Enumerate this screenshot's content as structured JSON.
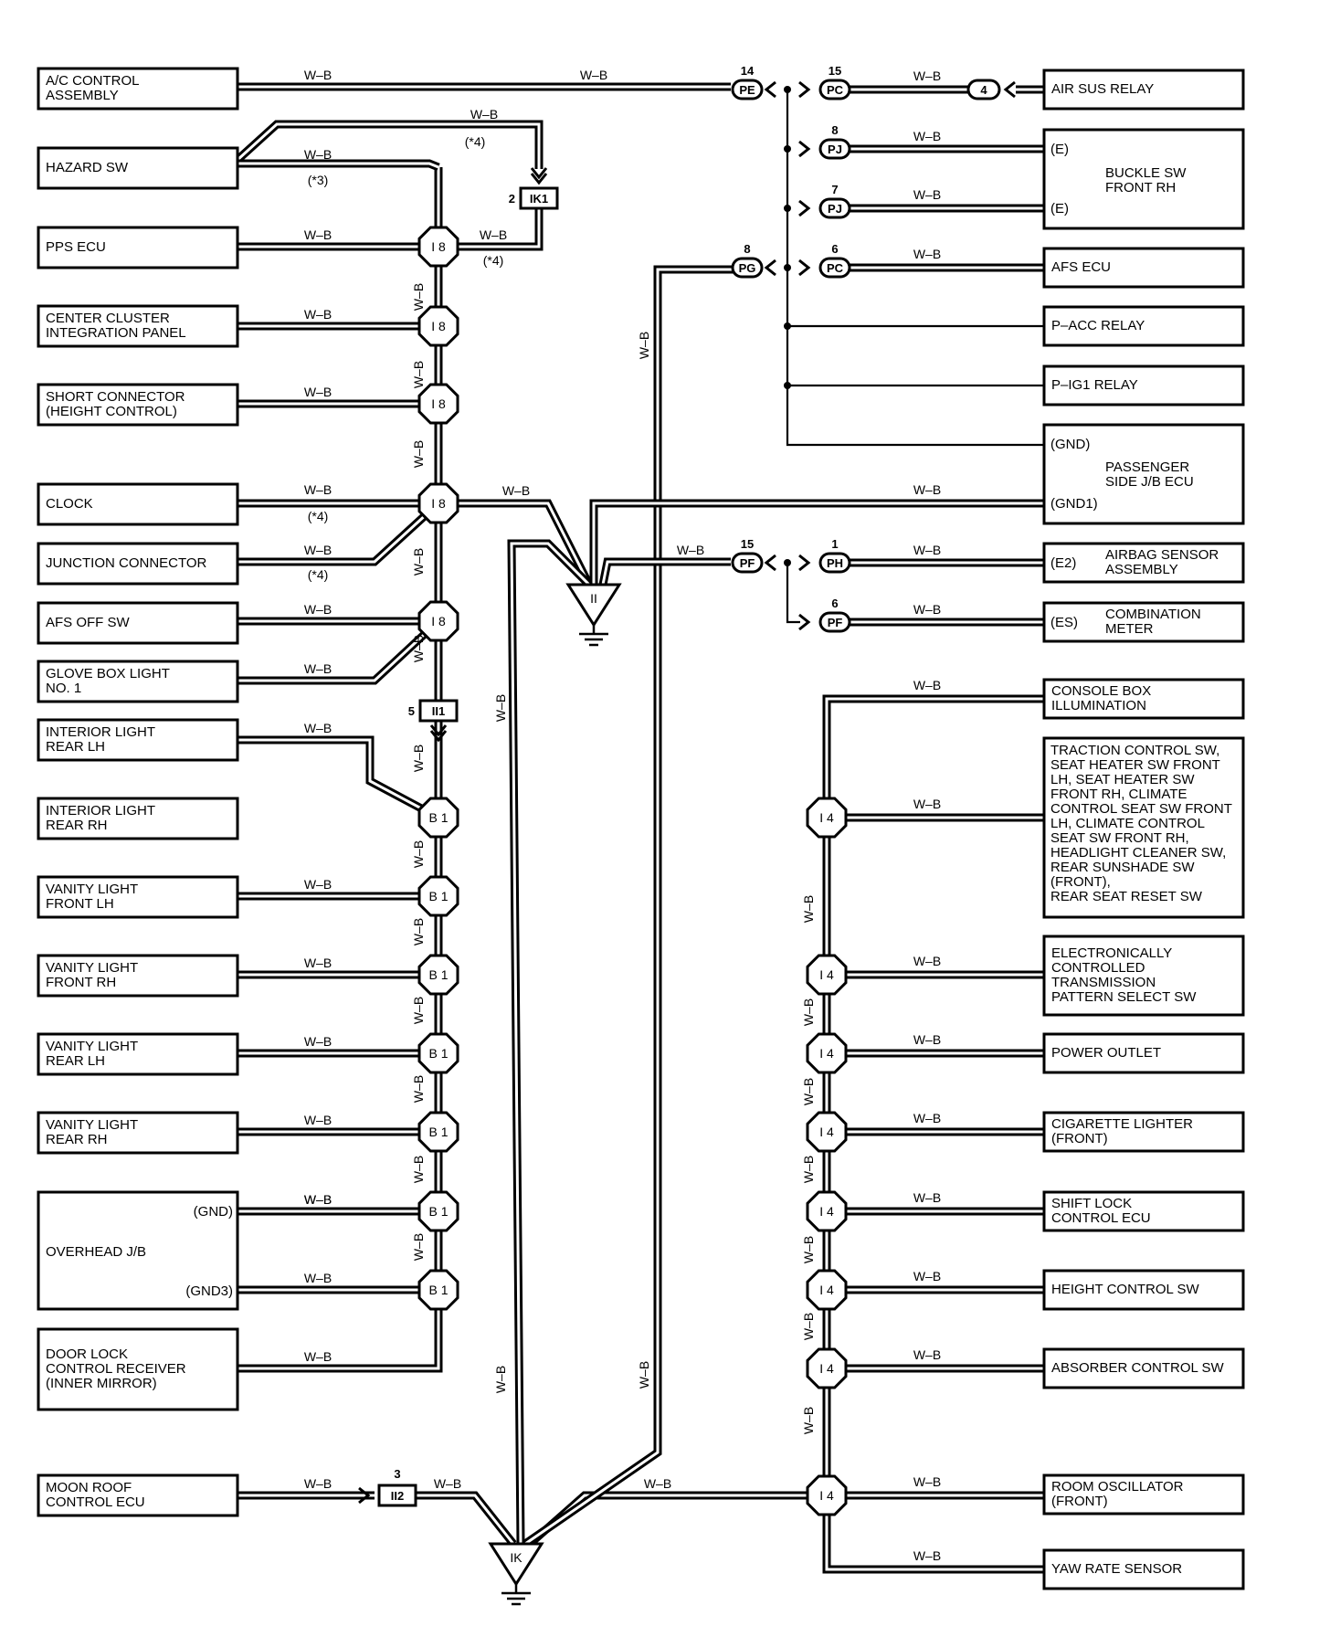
{
  "wire_color": "W–B",
  "left_components": [
    {
      "id": "ac",
      "lines": [
        "A/C CONTROL",
        "ASSEMBLY"
      ]
    },
    {
      "id": "hazard",
      "lines": [
        "HAZARD SW"
      ]
    },
    {
      "id": "pps",
      "lines": [
        "PPS ECU"
      ]
    },
    {
      "id": "ccip",
      "lines": [
        "CENTER CLUSTER",
        "INTEGRATION PANEL"
      ]
    },
    {
      "id": "short",
      "lines": [
        "SHORT CONNECTOR",
        "(HEIGHT CONTROL)"
      ]
    },
    {
      "id": "clock",
      "lines": [
        "CLOCK"
      ]
    },
    {
      "id": "jc",
      "lines": [
        "JUNCTION CONNECTOR"
      ]
    },
    {
      "id": "afsoff",
      "lines": [
        "AFS OFF SW"
      ]
    },
    {
      "id": "glove",
      "lines": [
        "GLOVE BOX LIGHT",
        "NO. 1"
      ]
    },
    {
      "id": "illh",
      "lines": [
        "INTERIOR LIGHT",
        "REAR LH"
      ]
    },
    {
      "id": "ilrh",
      "lines": [
        "INTERIOR LIGHT",
        "REAR RH"
      ]
    },
    {
      "id": "vflh",
      "lines": [
        "VANITY LIGHT",
        "FRONT LH"
      ]
    },
    {
      "id": "vfrh",
      "lines": [
        "VANITY LIGHT",
        "FRONT RH"
      ]
    },
    {
      "id": "vrlh",
      "lines": [
        "VANITY LIGHT",
        "REAR LH"
      ]
    },
    {
      "id": "vrrh",
      "lines": [
        "VANITY LIGHT",
        "REAR RH"
      ]
    },
    {
      "id": "overhead",
      "lines": [
        "OVERHEAD J/B"
      ],
      "pins": [
        "(GND)",
        "(GND3)"
      ]
    },
    {
      "id": "doorlock",
      "lines": [
        "DOOR LOCK",
        "CONTROL RECEIVER",
        "(INNER MIRROR)"
      ]
    },
    {
      "id": "moonroof",
      "lines": [
        "MOON ROOF",
        "CONTROL ECU"
      ]
    }
  ],
  "right_components": [
    {
      "id": "airsus",
      "lines": [
        "AIR SUS RELAY"
      ]
    },
    {
      "id": "buckle",
      "lines": [
        "BUCKLE SW",
        "FRONT RH"
      ],
      "pins": [
        "(E)",
        "(E)"
      ]
    },
    {
      "id": "afsecu",
      "lines": [
        "AFS ECU"
      ]
    },
    {
      "id": "pacc",
      "lines": [
        "P–ACC RELAY"
      ]
    },
    {
      "id": "pig1",
      "lines": [
        "P–IG1 RELAY"
      ]
    },
    {
      "id": "passjb",
      "lines": [
        "PASSENGER",
        "SIDE J/B ECU"
      ],
      "pins": [
        "(GND)",
        "(GND1)"
      ]
    },
    {
      "id": "airbag",
      "lines": [
        "AIRBAG SENSOR",
        "ASSEMBLY"
      ],
      "pins": [
        "(E2)"
      ]
    },
    {
      "id": "combo",
      "lines": [
        "COMBINATION",
        "METER"
      ],
      "pins": [
        "(ES)"
      ]
    },
    {
      "id": "console",
      "lines": [
        "CONSOLE BOX",
        "ILLUMINATION"
      ]
    },
    {
      "id": "traction",
      "lines": [
        "TRACTION CONTROL SW,",
        "SEAT HEATER SW FRONT",
        "LH,  SEAT HEATER SW",
        "FRONT RH,  CLIMATE",
        "CONTROL SEAT SW FRONT",
        "LH,  CLIMATE CONTROL",
        "SEAT SW FRONT RH,",
        "HEADLIGHT CLEANER SW,",
        "REAR SUNSHADE SW",
        "(FRONT),",
        "REAR SEAT RESET SW"
      ]
    },
    {
      "id": "ectsw",
      "lines": [
        "ELECTRONICALLY",
        "CONTROLLED",
        "TRANSMISSION",
        "PATTERN SELECT SW"
      ]
    },
    {
      "id": "outlet",
      "lines": [
        "POWER OUTLET"
      ]
    },
    {
      "id": "cig",
      "lines": [
        "CIGARETTE LIGHTER",
        "(FRONT)"
      ]
    },
    {
      "id": "shift",
      "lines": [
        "SHIFT LOCK",
        "CONTROL ECU"
      ]
    },
    {
      "id": "height",
      "lines": [
        "HEIGHT CONTROL SW"
      ]
    },
    {
      "id": "absorber",
      "lines": [
        "ABSORBER CONTROL SW"
      ]
    },
    {
      "id": "roomosc",
      "lines": [
        "ROOM OSCILLATOR",
        "(FRONT)"
      ]
    },
    {
      "id": "yaw",
      "lines": [
        "YAW RATE SENSOR"
      ]
    }
  ],
  "junctions": {
    "i8": "I 8",
    "b1": "B 1",
    "i4": "I 4"
  },
  "connectors": {
    "ik1": {
      "label": "IK1",
      "pin": "2"
    },
    "ii1": {
      "label": "II1",
      "pin": "5"
    },
    "ii2": {
      "label": "II2",
      "pin": "3"
    },
    "pe": {
      "label": "PE",
      "pin": "14"
    },
    "pc1": {
      "label": "PC",
      "pin": "15"
    },
    "pj1": {
      "label": "PJ",
      "pin": "8"
    },
    "pj2": {
      "label": "PJ",
      "pin": "7"
    },
    "pg": {
      "label": "PG",
      "pin": "8"
    },
    "pc2": {
      "label": "PC",
      "pin": "6"
    },
    "pf1": {
      "label": "PF",
      "pin": "15"
    },
    "ph": {
      "label": "PH",
      "pin": "1"
    },
    "pf2": {
      "label": "PF",
      "pin": "6"
    },
    "air4": {
      "label": "4"
    }
  },
  "grounds": {
    "ii": "II",
    "ik": "IK"
  },
  "notes": {
    "n3": "(*3)",
    "n4": "(*4)"
  }
}
